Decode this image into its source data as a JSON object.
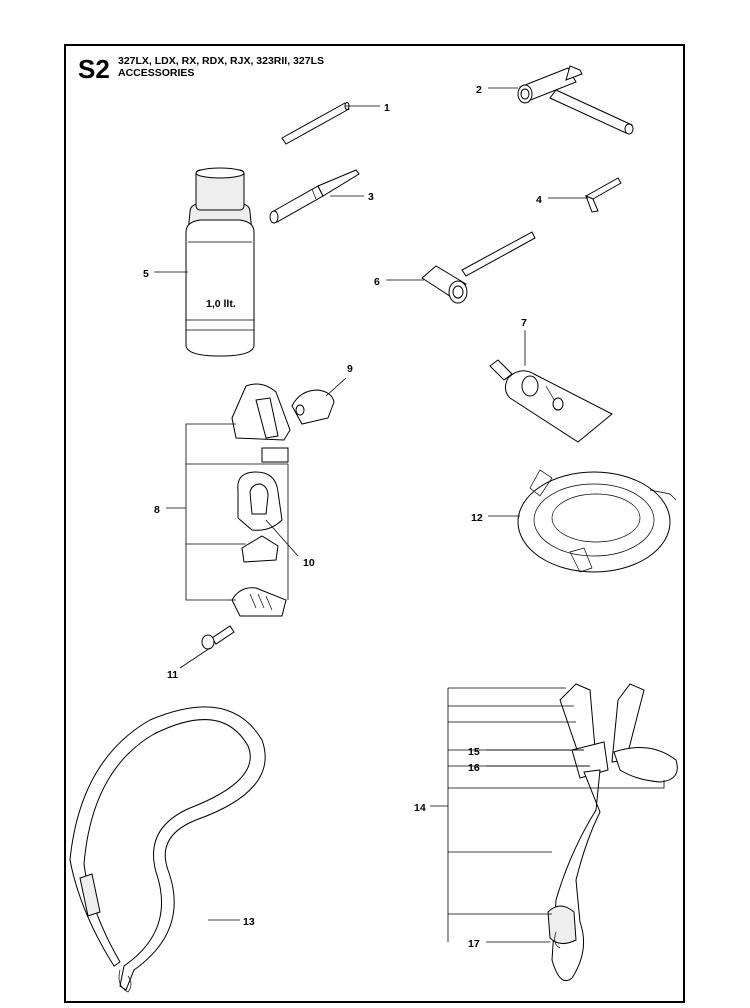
{
  "header": {
    "sheet_code": "S2",
    "models": "327LX, LDX, RX, RDX, RJX, 323RII, 327LS",
    "section": "ACCESSORIES"
  },
  "bottle_label": "1,0 llt.",
  "callouts": [
    "1",
    "2",
    "3",
    "4",
    "5",
    "6",
    "7",
    "8",
    "9",
    "10",
    "11",
    "12",
    "13",
    "14",
    "15",
    "16",
    "17"
  ]
}
